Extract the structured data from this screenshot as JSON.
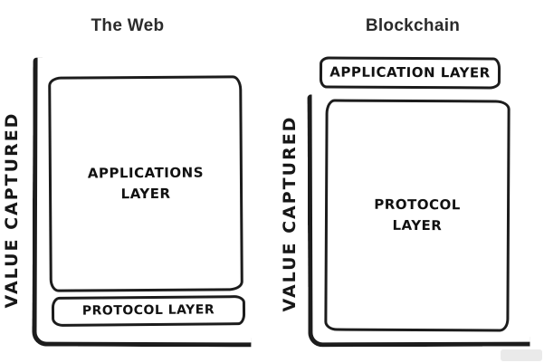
{
  "colors": {
    "ink": "#1c1c1c",
    "title": "#2b2b2b",
    "background": "#ffffff"
  },
  "web": {
    "title": "The Web",
    "axis_label": "VALUE CAPTURED",
    "applications_box_label": "APPLICATIONS LAYER",
    "protocol_box_label": "PROTOCOL LAYER"
  },
  "blockchain": {
    "title": "Blockchain",
    "axis_label": "VALUE CAPTURED",
    "application_box_label": "APPLICATION LAYER",
    "protocol_box_label": "PROTOCOL LAYER"
  }
}
